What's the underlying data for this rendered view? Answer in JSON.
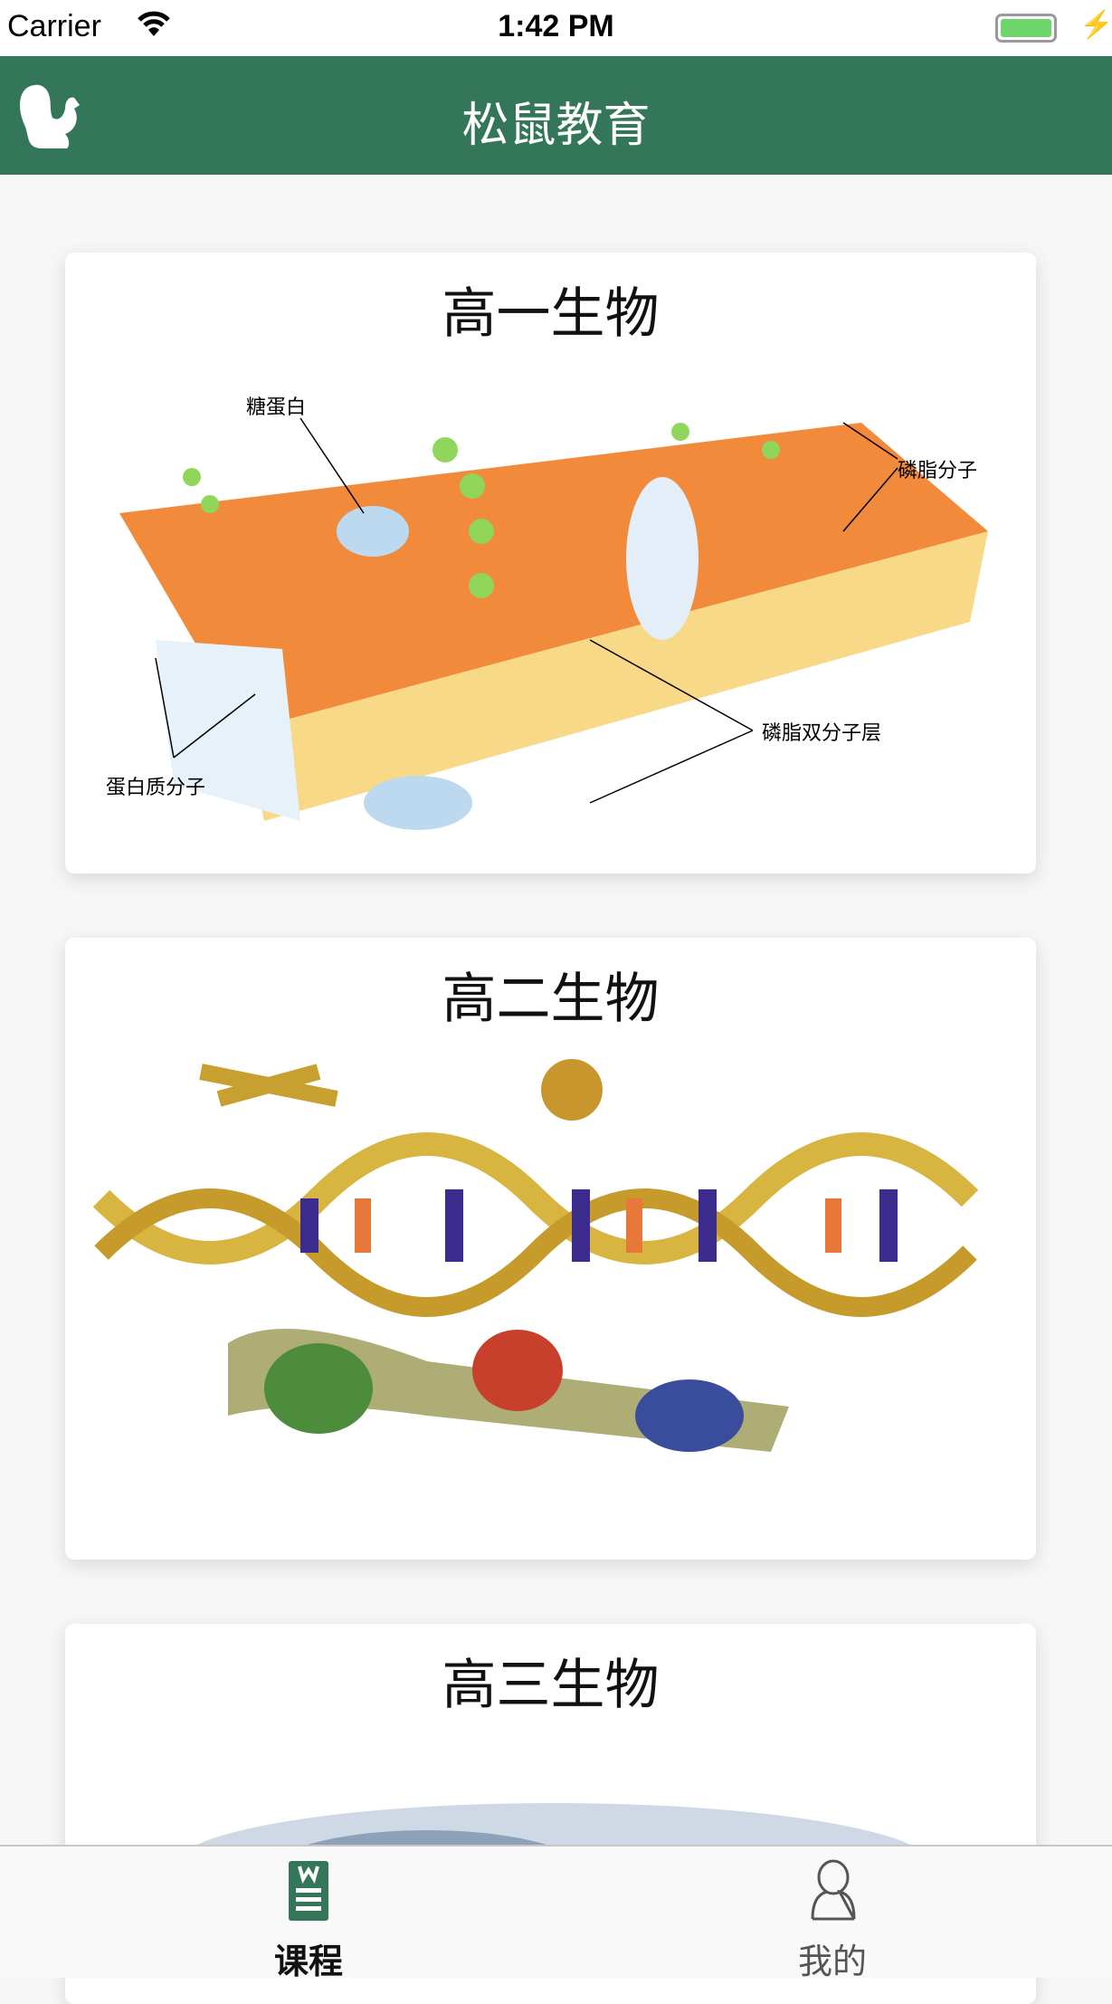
{
  "status_bar": {
    "carrier": "Carrier",
    "time": "1:42 PM",
    "battery_level": 1.0,
    "charging": true
  },
  "nav": {
    "title": "松鼠教育",
    "logo_icon": "squirrel-icon",
    "color": "#347659"
  },
  "courses": [
    {
      "title": "高一生物",
      "image_labels": [
        "糖蛋白",
        "磷脂分子",
        "磷脂双分子层",
        "蛋白质分子"
      ]
    },
    {
      "title": "高二生物",
      "image_labels": []
    },
    {
      "title": "高三生物",
      "image_labels": []
    }
  ],
  "tabbar": {
    "items": [
      {
        "label": "课程",
        "icon": "course-document-icon",
        "active": true
      },
      {
        "label": "我的",
        "icon": "person-icon",
        "active": false
      }
    ]
  }
}
